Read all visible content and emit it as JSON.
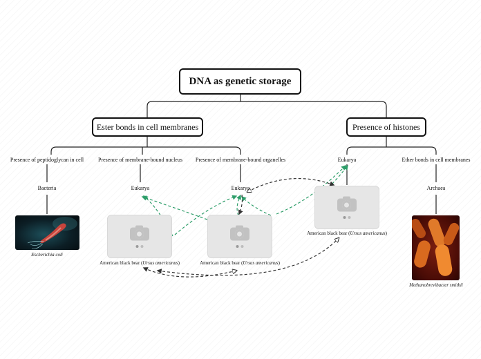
{
  "root": {
    "title": "DNA as genetic storage"
  },
  "branches": [
    {
      "label": "Ester bonds in cell membranes"
    },
    {
      "label": "Presence of histones"
    }
  ],
  "nodes": {
    "peptidoglycan": {
      "label": "Presence of peptidoglycan in cell",
      "child": "Bacteria",
      "caption": "Escherichia coli"
    },
    "nucleus": {
      "label": "Presence of membrane-bound nucleus",
      "child": "Eukarya"
    },
    "organelles": {
      "label": "Presence of membrane-bound organelles",
      "child": "Eukarya"
    },
    "histones_eukarya": {
      "label": "Eukarya"
    },
    "ether": {
      "label": "Ether bonds in cell membranes",
      "child": "Archaea",
      "caption": "Methanobrevibacter smithii"
    }
  },
  "images": [
    {
      "caption_prefix": "American black bear (",
      "caption_italic": "Ursus americanus",
      "caption_suffix": ")"
    },
    {
      "caption_prefix": "American black bear (",
      "caption_italic": "Ursus americanus",
      "caption_suffix": ")"
    },
    {
      "caption_prefix": "American black bear (",
      "caption_italic": "Ursus americanus",
      "caption_suffix": ")"
    }
  ],
  "colors": {
    "green_link": "#2e9e6a",
    "dark_link": "#333333",
    "line": "#222222"
  },
  "icons": [
    "camera-placeholder-icon"
  ]
}
